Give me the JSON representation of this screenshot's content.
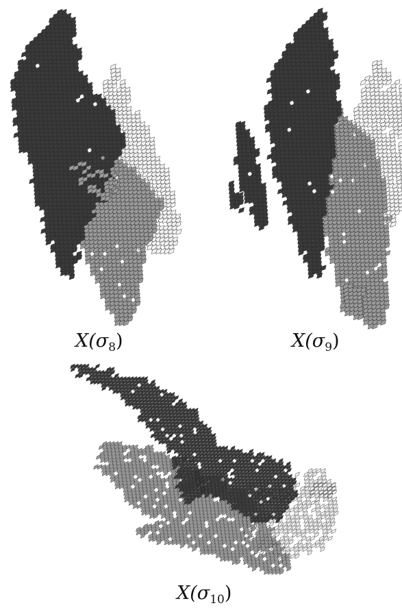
{
  "figures": [
    {
      "id": "sigma8",
      "caption": {
        "pre": "X(",
        "greek": "σ",
        "sub": "8",
        "post": ")"
      },
      "region_colors": [
        "#3a3a3a",
        "#9a9a9a",
        "#f2f2f2"
      ]
    },
    {
      "id": "sigma9",
      "caption": {
        "pre": "X(",
        "greek": "σ",
        "sub": "9",
        "post": ")"
      },
      "region_colors": [
        "#3a3a3a",
        "#9a9a9a",
        "#f2f2f2"
      ]
    },
    {
      "id": "sigma10",
      "caption": {
        "pre": "X(",
        "greek": "σ",
        "sub": "10",
        "post": ")"
      },
      "region_colors": [
        "#3a3a3a",
        "#9a9a9a",
        "#f2f2f2"
      ]
    }
  ],
  "tile_outline_color": "#222222"
}
